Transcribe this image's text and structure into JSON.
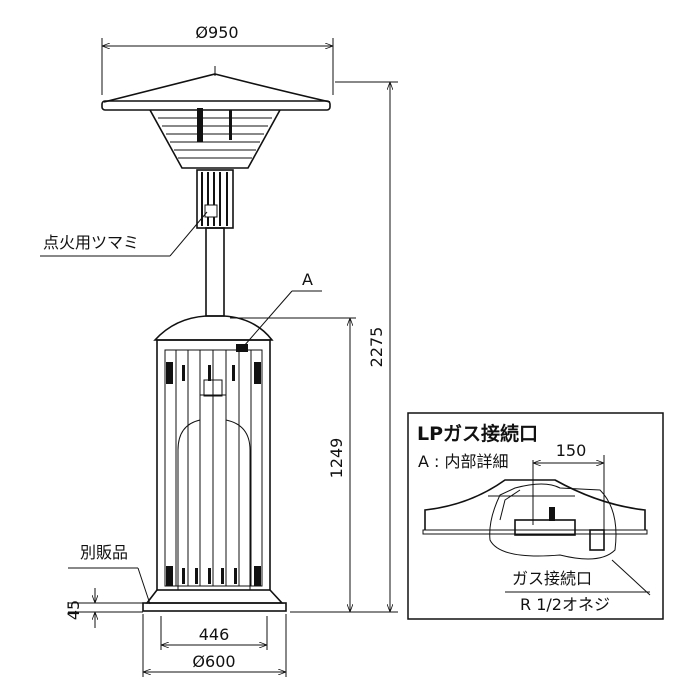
{
  "dimensions": {
    "top_diameter": "Ø950",
    "total_height": "2275",
    "body_height": "1249",
    "base_height": "45",
    "inner_width": "446",
    "base_diameter": "Ø600"
  },
  "labels": {
    "ignition_knob": "点火用ツマミ",
    "detail_marker": "A",
    "sold_separately": "別販品"
  },
  "inset": {
    "title": "LPガス接続口",
    "subtitle": "A : 内部詳細",
    "dimension": "150",
    "connection_label": "ガス接続口",
    "thread_spec": "R 1/2オネジ"
  }
}
